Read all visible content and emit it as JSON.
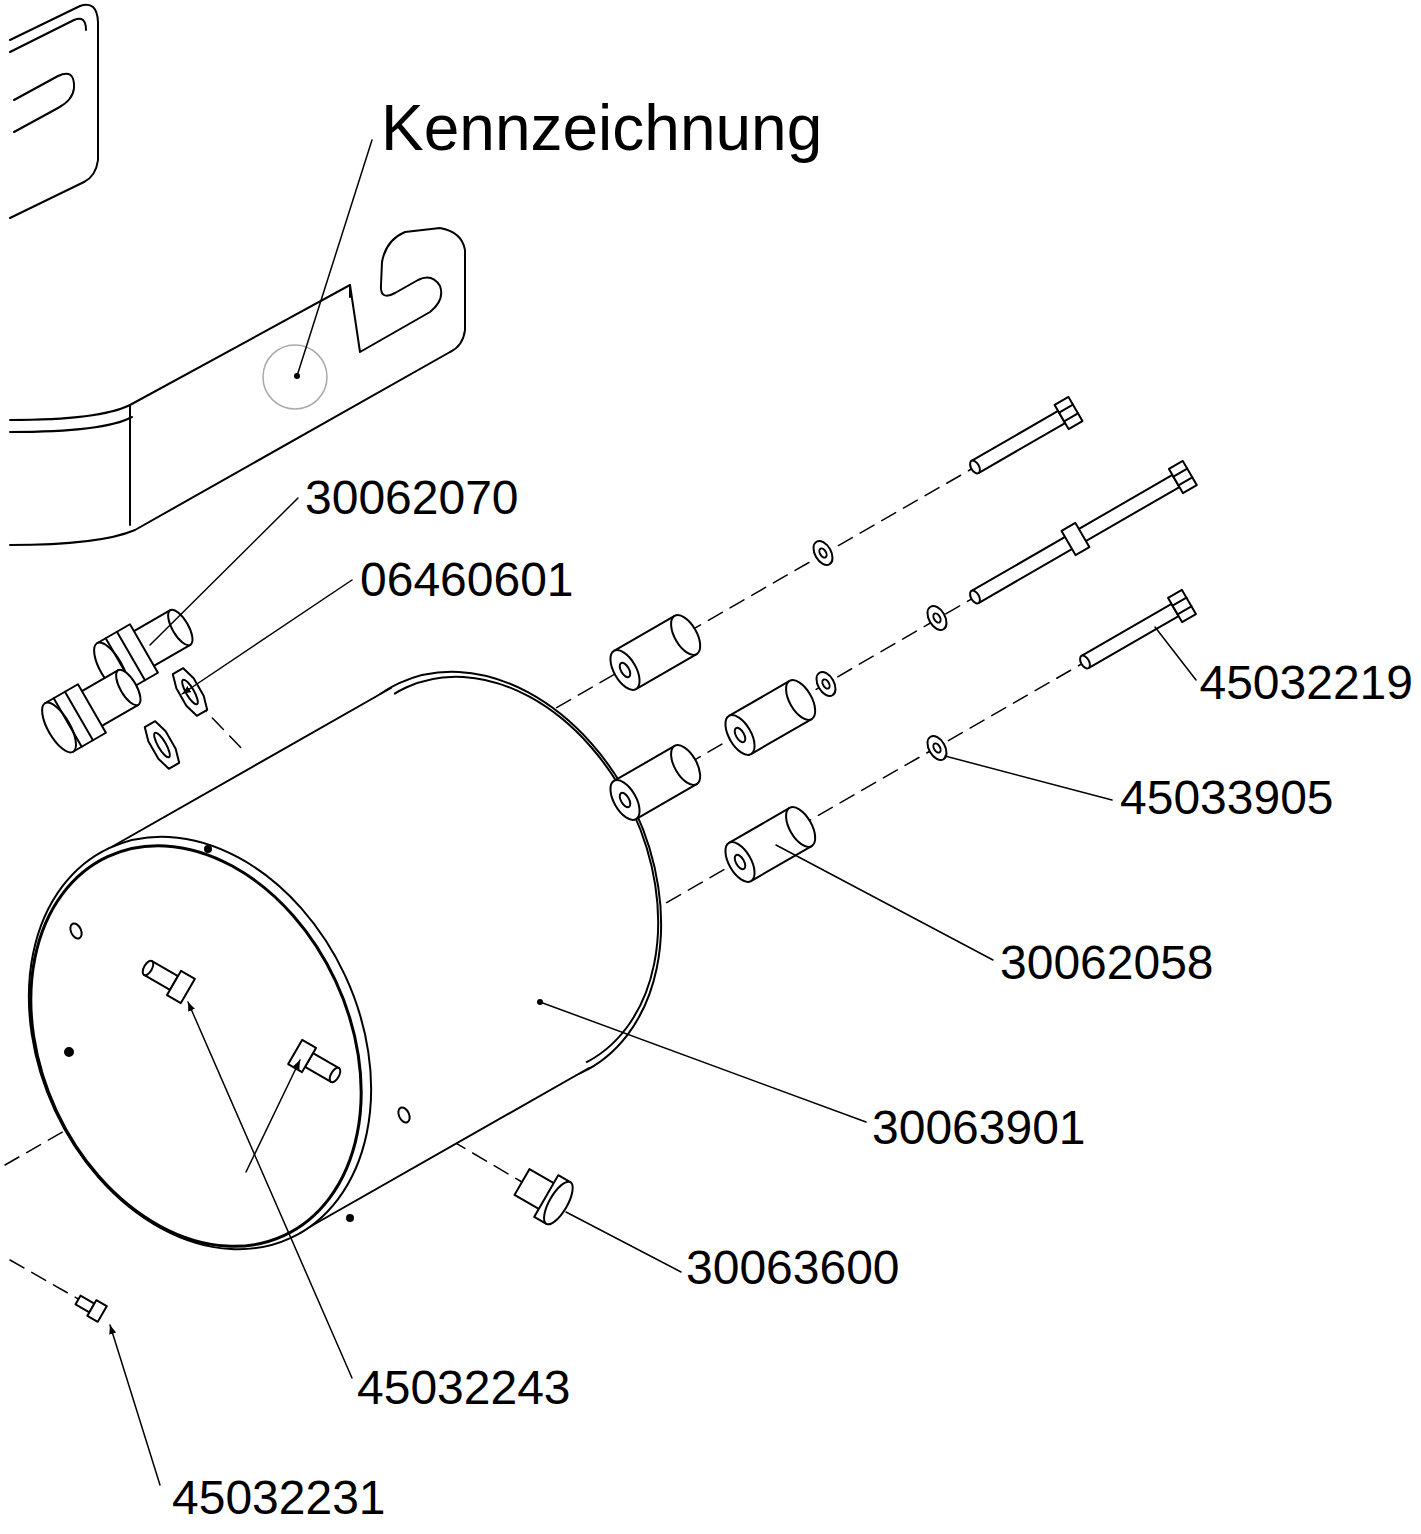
{
  "diagram": {
    "labels": [
      "Kennzeichnung",
      "30062070",
      "06460601",
      "45032219",
      "45033905",
      "30062058",
      "30063901",
      "30063600",
      "45032243",
      "45032231"
    ]
  }
}
